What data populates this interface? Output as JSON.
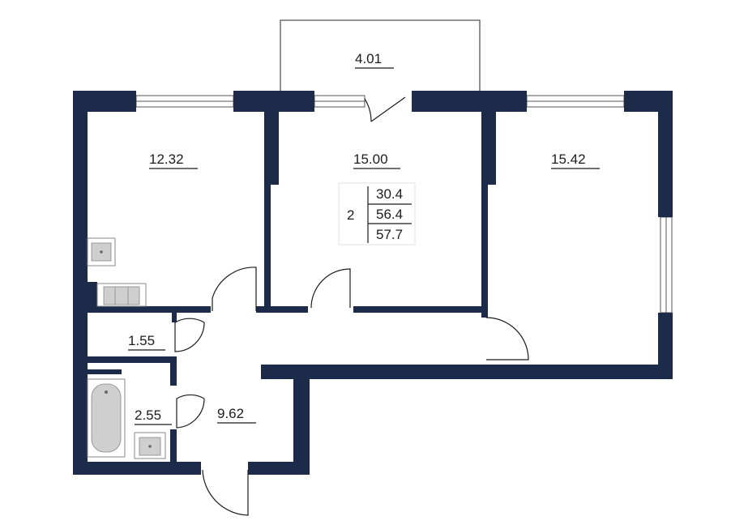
{
  "colors": {
    "wall": "#1c2b4a",
    "background": "#ffffff",
    "fixture": "#bdbdbd",
    "text": "#1c1c1c"
  },
  "rooms": {
    "balcony": "4.01",
    "bedroom_left": "12.32",
    "living": "15.00",
    "bedroom_right": "15.42",
    "toilet": "1.55",
    "bathroom": "2.55",
    "hall": "9.62"
  },
  "summary": {
    "rooms_count": "2",
    "areas": [
      "30.4",
      "56.4",
      "57.7"
    ]
  }
}
